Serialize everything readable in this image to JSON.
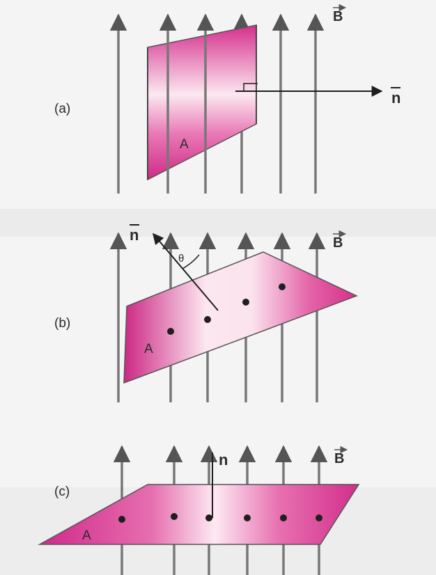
{
  "colors": {
    "background": "#f4f4f4",
    "band": "#ececec",
    "field_line": "#7d7d7d",
    "field_line_dark": "#3d3d3d",
    "plate_magenta": "#d6308a",
    "plate_light": "#fbe4ee",
    "ink": "#1f1f1f"
  },
  "panels": {
    "a": {
      "tag": "(a)",
      "area_label": "A",
      "normal_label": "n",
      "field_label": "B"
    },
    "b": {
      "tag": "(b)",
      "area_label": "A",
      "normal_label": "n",
      "angle_label": "θ",
      "field_label": "B"
    },
    "c": {
      "tag": "(c)",
      "area_label": "A",
      "normal_label": "n",
      "field_label": "B"
    }
  }
}
